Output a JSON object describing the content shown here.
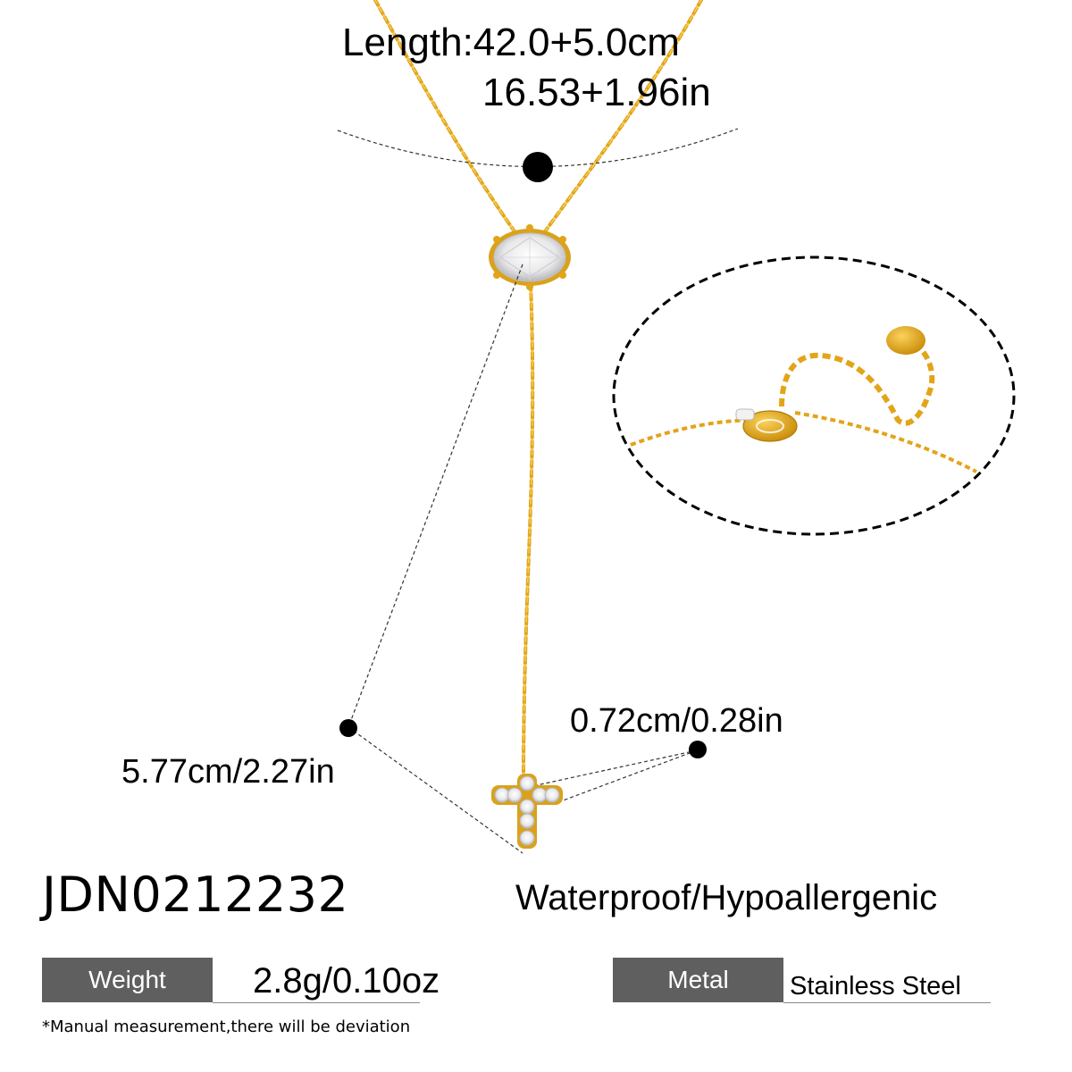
{
  "length": {
    "cm": "Length:42.0+5.0cm",
    "inch": "16.53+1.96in"
  },
  "dimensions": {
    "cross_width": "0.72cm/0.28in",
    "drop_length": "5.77cm/2.27in"
  },
  "product_code": "JDN0212232",
  "feature": "Waterproof/Hypoallergenic",
  "specs": {
    "weight_label": "Weight",
    "weight_value": "2.8g/0.10oz",
    "metal_label": "Metal",
    "metal_value": "Stainless Steel"
  },
  "note": "*Manual measurement,there will be deviation",
  "colors": {
    "gold": "#e2a419",
    "label_bg": "#5f5f5f"
  }
}
